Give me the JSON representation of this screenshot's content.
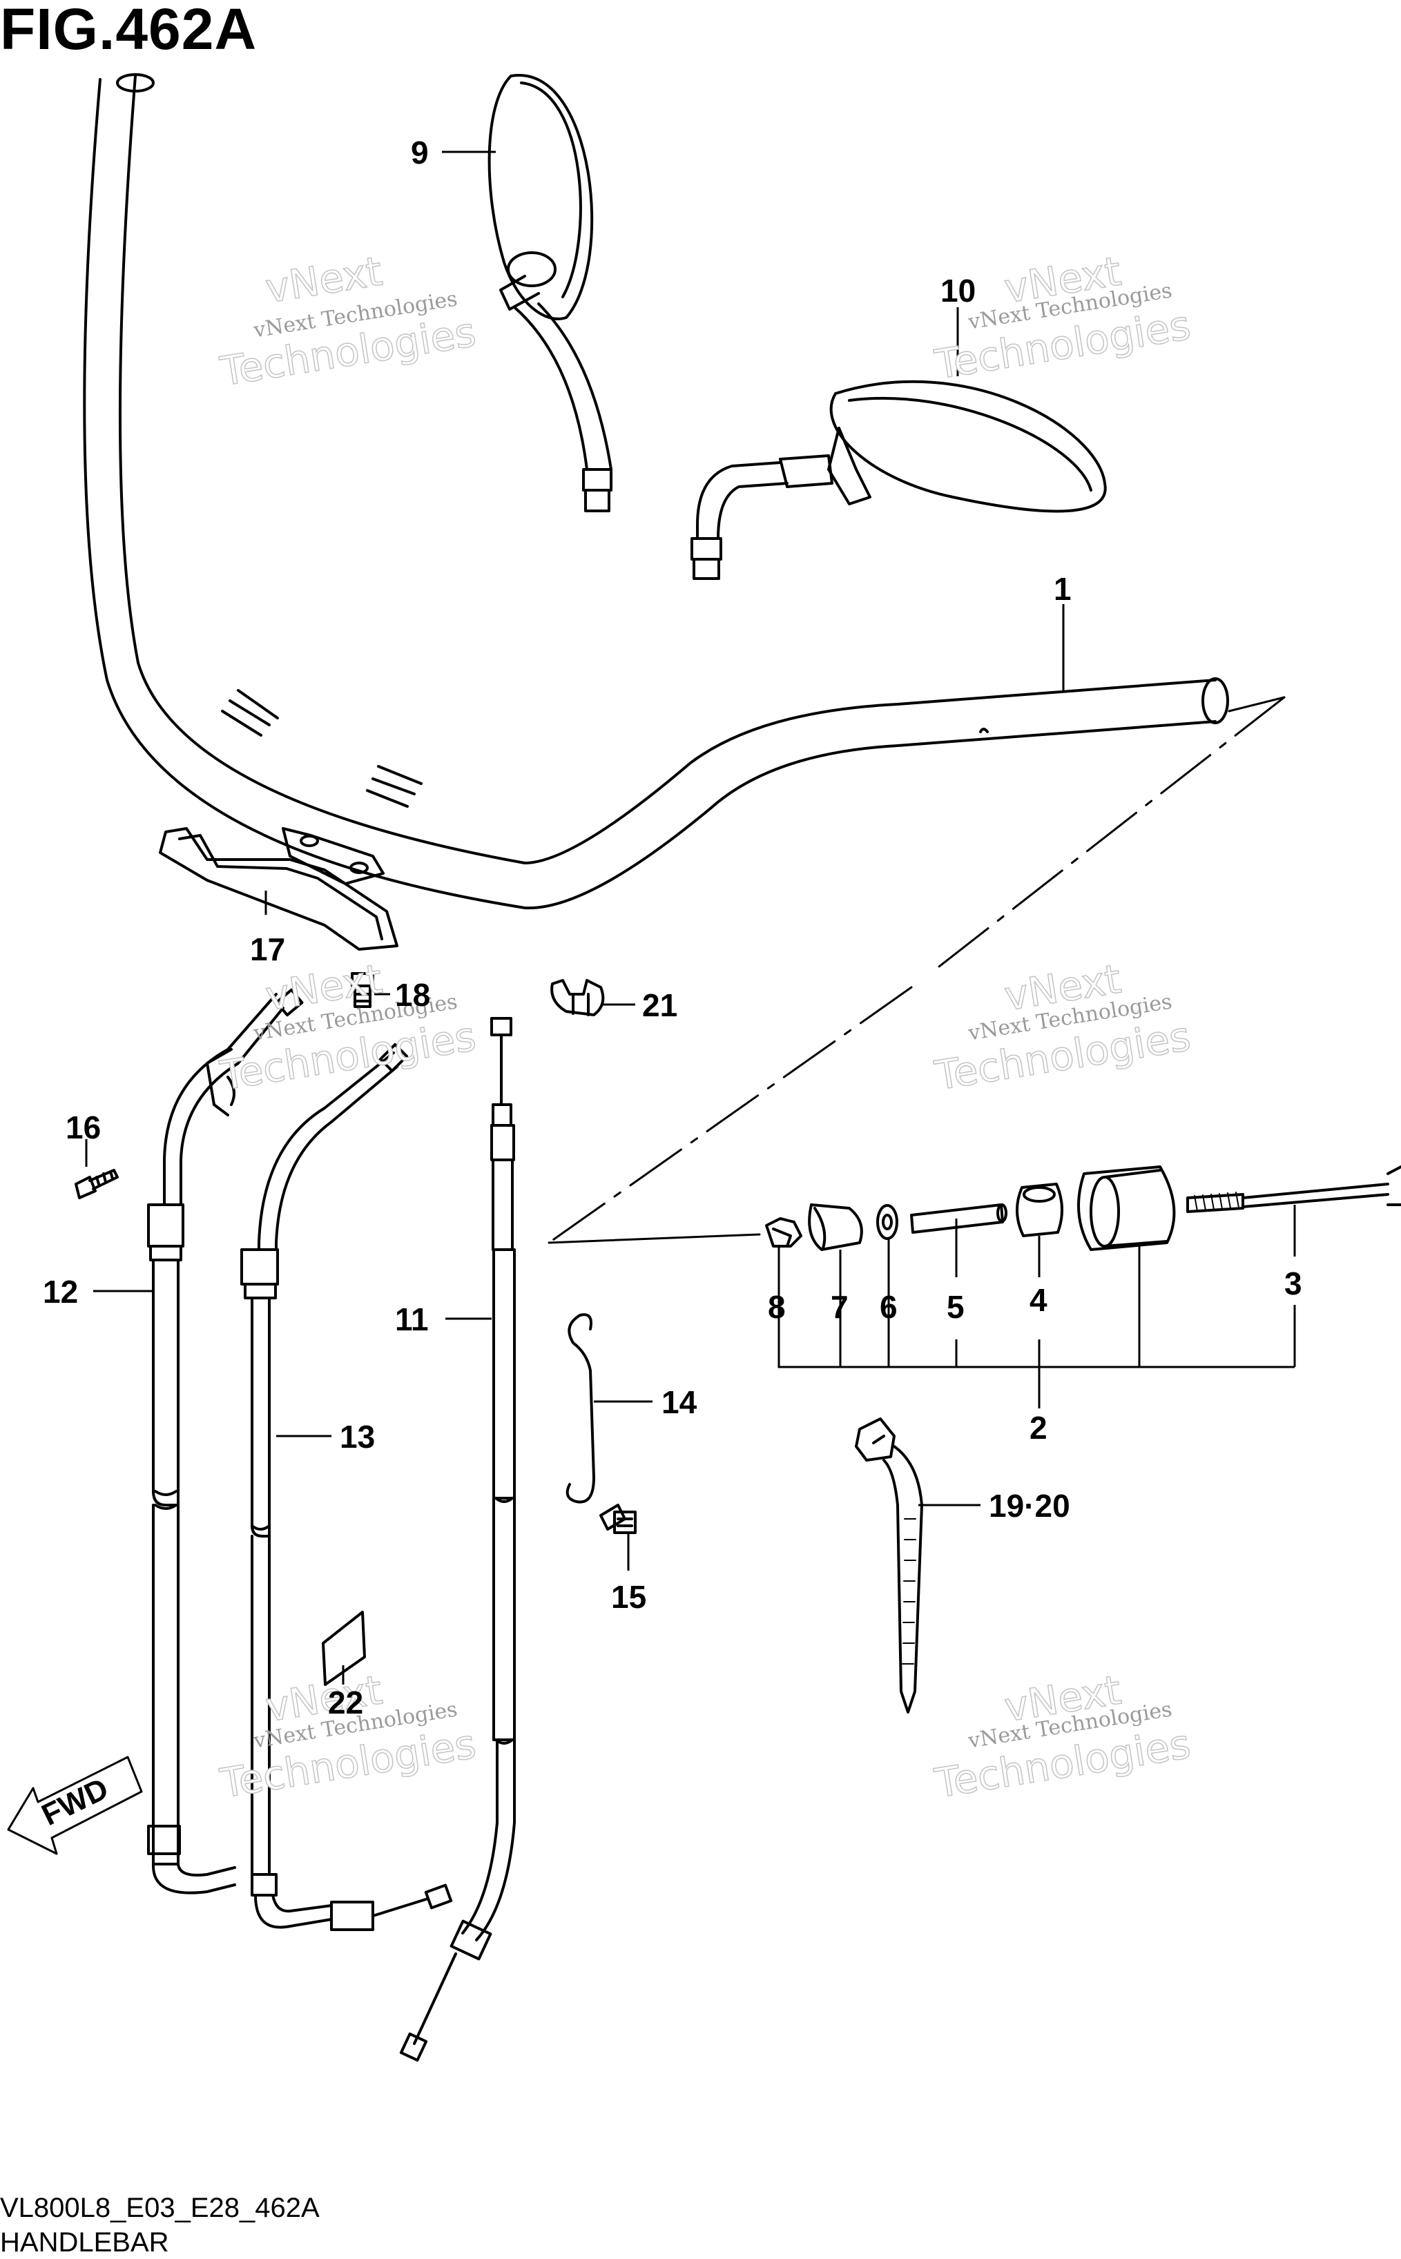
{
  "figure": {
    "title": "FIG.462A"
  },
  "callouts": {
    "c1": "1",
    "c2": "2",
    "c3": "3",
    "c4": "4",
    "c5": "5",
    "c6": "6",
    "c7": "7",
    "c8": "8",
    "c9": "9",
    "c10": "10",
    "c11": "11",
    "c12": "12",
    "c13": "13",
    "c14": "14",
    "c15": "15",
    "c16": "16",
    "c17": "17",
    "c18": "18",
    "c19_20": "19·20",
    "c21": "21",
    "c22": "22"
  },
  "direction": {
    "label": "FWD"
  },
  "watermark": {
    "small": "vNext Technologies",
    "big": "Technologies",
    "top": "vNext"
  },
  "footer": {
    "code": "VL800L8_E03_E28_462A",
    "name": "HANDLEBAR"
  }
}
